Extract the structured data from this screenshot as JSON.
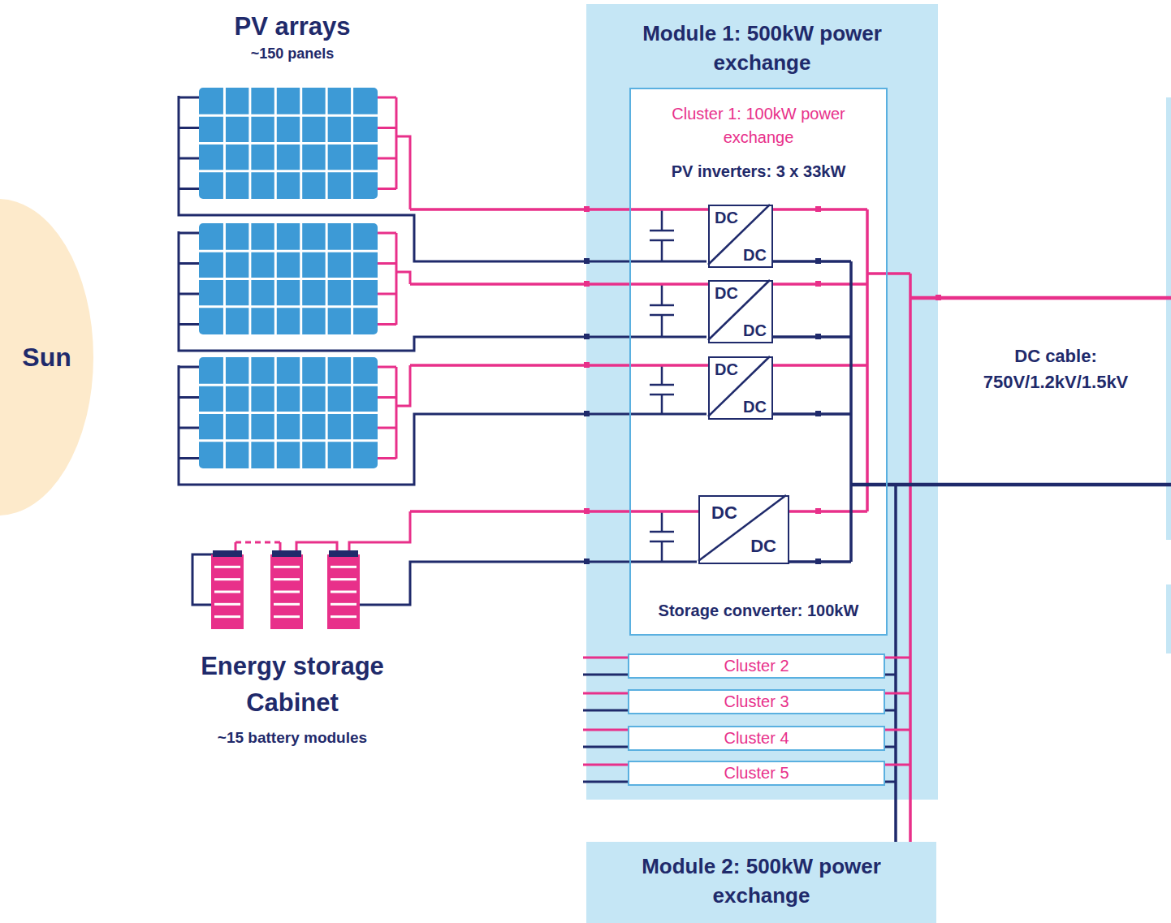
{
  "diagram": {
    "nodes": [
      {
        "text": [
          "Sun"
        ]
      },
      {
        "text": [
          "PV arrays",
          "~150 panels"
        ]
      },
      {
        "text": [
          "Energy storage Cabinet",
          "~15 battery modules"
        ]
      },
      {
        "text": [
          "Module 1: 500kW power exchange"
        ]
      },
      {
        "text": [
          "Cluster 1: 100kW power exchange",
          "PV inverters: 3 x 33kW",
          "Storage converter: 100kW"
        ],
        "in": 3
      },
      {
        "text": [
          "DC",
          "DC"
        ],
        "in": 4
      },
      {
        "text": [
          "DC",
          "DC"
        ],
        "in": 4
      },
      {
        "text": [
          "DC",
          "DC"
        ],
        "in": 4
      },
      {
        "text": [
          "DC",
          "DC"
        ],
        "in": 4
      },
      {
        "text": [
          "Cluster 2"
        ],
        "in": 3
      },
      {
        "text": [
          "Cluster 3"
        ],
        "in": 3
      },
      {
        "text": [
          "Cluster 4"
        ],
        "in": 3
      },
      {
        "text": [
          "Cluster 5"
        ],
        "in": 3
      },
      {
        "text": [
          "Module 2: 500kW power exchange"
        ]
      }
    ],
    "edges": [
      {
        "from": 1,
        "to": 5,
        "arrow": "none"
      },
      {
        "from": 1,
        "to": 6,
        "arrow": "none"
      },
      {
        "from": 1,
        "to": 7,
        "arrow": "none"
      },
      {
        "from": 2,
        "to": 8,
        "arrow": "none"
      },
      {
        "from": 3,
        "to": 13,
        "arrow": "none"
      }
    ],
    "labels": [
      "DC cable: 750V/1.2kV/1.5kV"
    ]
  }
}
